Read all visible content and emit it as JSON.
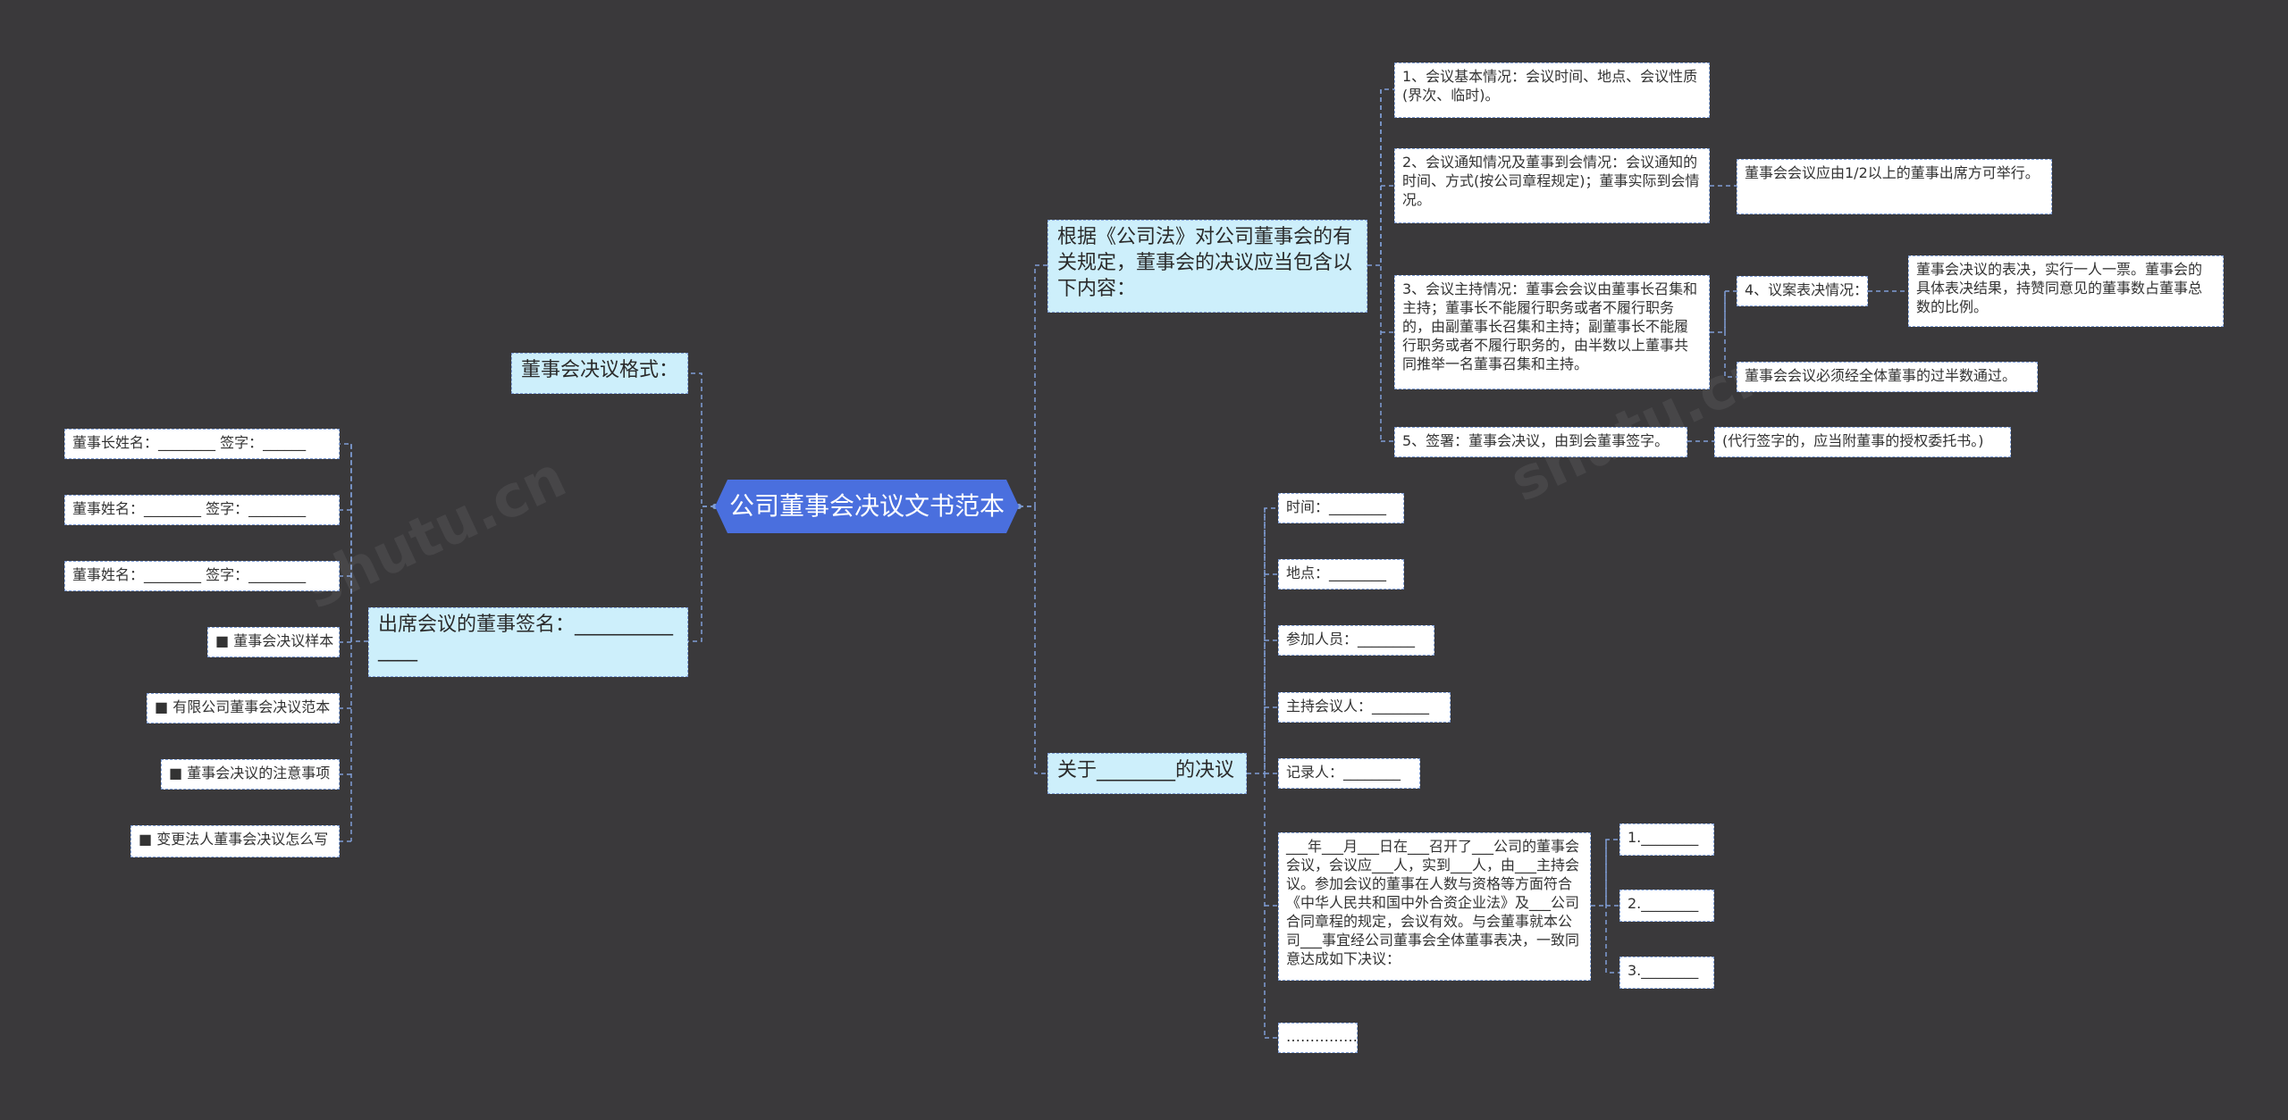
{
  "root": {
    "label": "公司董事会决议文书范本"
  },
  "left": {
    "format_label": "董事会决议格式：",
    "signature_label": "出席会议的董事签名：______________",
    "signature_items": [
      "董事长姓名：________  签字：______",
      "董事姓名：________  签字：________",
      "董事姓名：________  签字：________",
      "■ 董事会决议样本",
      "■ 有限公司董事会决议范本",
      "■ 董事会决议的注意事项",
      "■ 变更法人董事会决议怎么写"
    ]
  },
  "right": {
    "law": {
      "label": "根据《公司法》对公司董事会的有关规定，董事会的决议应当包含以下内容：",
      "items": [
        "1、会议基本情况：会议时间、地点、会议性质(界次、临时)。",
        "2、会议通知情况及董事到会情况：会议通知的时间、方式(按公司章程规定)；董事实际到会情况。",
        "3、会议主持情况：董事会会议由董事长召集和主持；董事长不能履行职务或者不履行职务的，由副董事长召集和主持；副董事长不能履行职务或者不履行职务的，由半数以上董事共同推举一名董事召集和主持。",
        "5、签署：董事会决议，由到会董事签字。"
      ],
      "item2_note": "董事会会议应由1/2以上的董事出席方可举行。",
      "item3_sub": {
        "label": "4、议案表决情况：",
        "note": "董事会决议的表决，实行一人一票。董事会的具体表决结果，持赞同意见的董事数占董事总数的比例。"
      },
      "item3_note": "董事会会议必须经全体董事的过半数通过。",
      "item5_note": "(代行签字的，应当附董事的授权委托书。)"
    },
    "resolution": {
      "label": "关于________的决议",
      "items": [
        "时间：________",
        "地点：________",
        "参加人员：________",
        "主持会议人：________",
        "记录人：________"
      ],
      "paragraph": "___年___月___日在___召开了___公司的董事会会议，会议应___人，实到___人，由___主持会议。参加会议的董事在人数与资格等方面符合《中华人民共和国中外合资企业法》及___公司合同章程的规定，会议有效。与会董事就本公司___事宜经公司董事会全体董事表决，一致同意达成如下决议：",
      "paragraph_items": [
        "1.________",
        "2.________",
        "3.________"
      ],
      "ellipsis": "……………"
    }
  },
  "colors": {
    "background": "#3a393b",
    "root": "#4a6fde",
    "mid": "#cdeffb",
    "line": "#7f9ed6"
  }
}
